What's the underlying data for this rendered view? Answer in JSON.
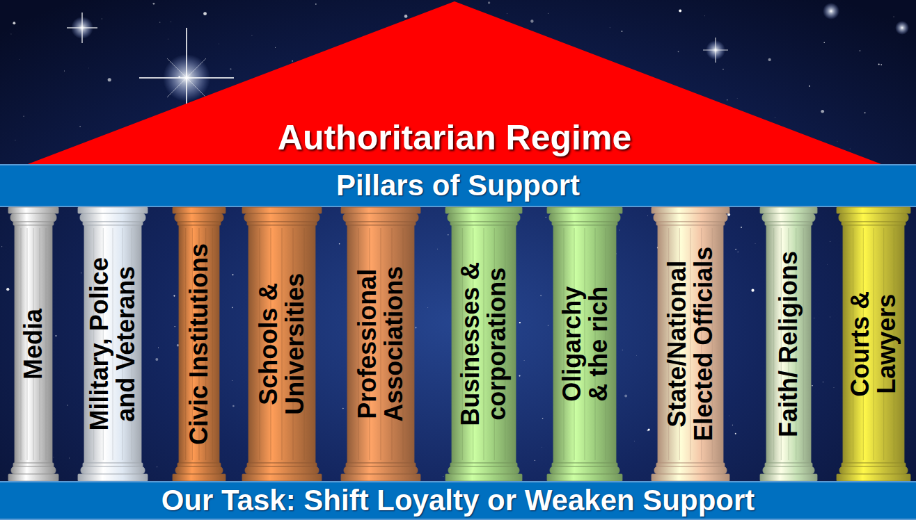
{
  "diagram": {
    "nodes": [
      {
        "text": [
          "Authoritarian Regime"
        ]
      },
      {
        "text": [
          "Pillars of Support"
        ]
      },
      {
        "text": [
          "Media"
        ]
      },
      {
        "text": [
          "Military, Police and Veterans"
        ]
      },
      {
        "text": [
          "Civic Institutions"
        ]
      },
      {
        "text": [
          "Schools & Universities"
        ]
      },
      {
        "text": [
          "Professional Associations"
        ]
      },
      {
        "text": [
          "Businesses & corporations"
        ]
      },
      {
        "text": [
          "Oligarchy & the rich"
        ]
      },
      {
        "text": [
          "State/National Elected Officials"
        ]
      },
      {
        "text": [
          "Faith/ Religions"
        ]
      },
      {
        "text": [
          "Courts & Lawyers"
        ]
      },
      {
        "text": [
          "Our Task: Shift Loyalty or Weaken Support"
        ]
      }
    ]
  }
}
